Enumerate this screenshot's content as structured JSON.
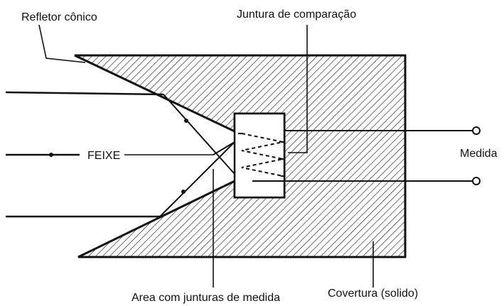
{
  "labels": {
    "conical_reflector": "Refletor cônico",
    "comparison_junction": "Juntura de comparação",
    "beam": "FEIXE",
    "measurement": "Medida",
    "measuring_junctions_area": "Area com junturas de medida",
    "cover": "Covertura (solido)"
  },
  "colors": {
    "ink": "#111111",
    "background": "#ffffff"
  }
}
